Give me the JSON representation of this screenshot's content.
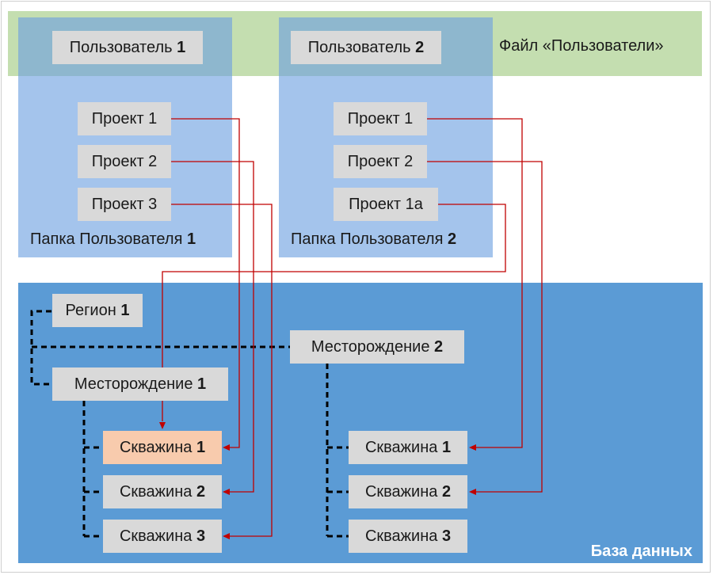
{
  "file_label": "Файл «Пользователи»",
  "users": [
    {
      "name": "Пользователь",
      "num": "1",
      "folder_label": "Папка Пользователя",
      "folder_num": "1",
      "projects": [
        "Проект 1",
        "Проект 2",
        "Проект 3"
      ]
    },
    {
      "name": "Пользователь",
      "num": "2",
      "folder_label": "Папка Пользователя",
      "folder_num": "2",
      "projects": [
        "Проект 1",
        "Проект 2",
        "Проект 1а"
      ]
    }
  ],
  "database": {
    "label": "База данных",
    "region": {
      "name": "Регион",
      "num": "1"
    },
    "fields": [
      {
        "name": "Месторождение",
        "num": "1"
      },
      {
        "name": "Месторождение",
        "num": "2"
      }
    ],
    "wells": [
      [
        {
          "name": "Скважина",
          "num": "1"
        },
        {
          "name": "Скважина",
          "num": "2"
        },
        {
          "name": "Скважина",
          "num": "3"
        }
      ],
      [
        {
          "name": "Скважина",
          "num": "1"
        },
        {
          "name": "Скважина",
          "num": "2"
        },
        {
          "name": "Скважина",
          "num": "3"
        }
      ]
    ]
  },
  "colors": {
    "file_band": "#c4deb0",
    "user_folder": "#6ca0e1",
    "database": "#5b9bd5",
    "node": "#d9d9d9",
    "highlighted_well": "#f8cbad",
    "link_line": "#c00000",
    "hierarchy_line": "#000000"
  }
}
